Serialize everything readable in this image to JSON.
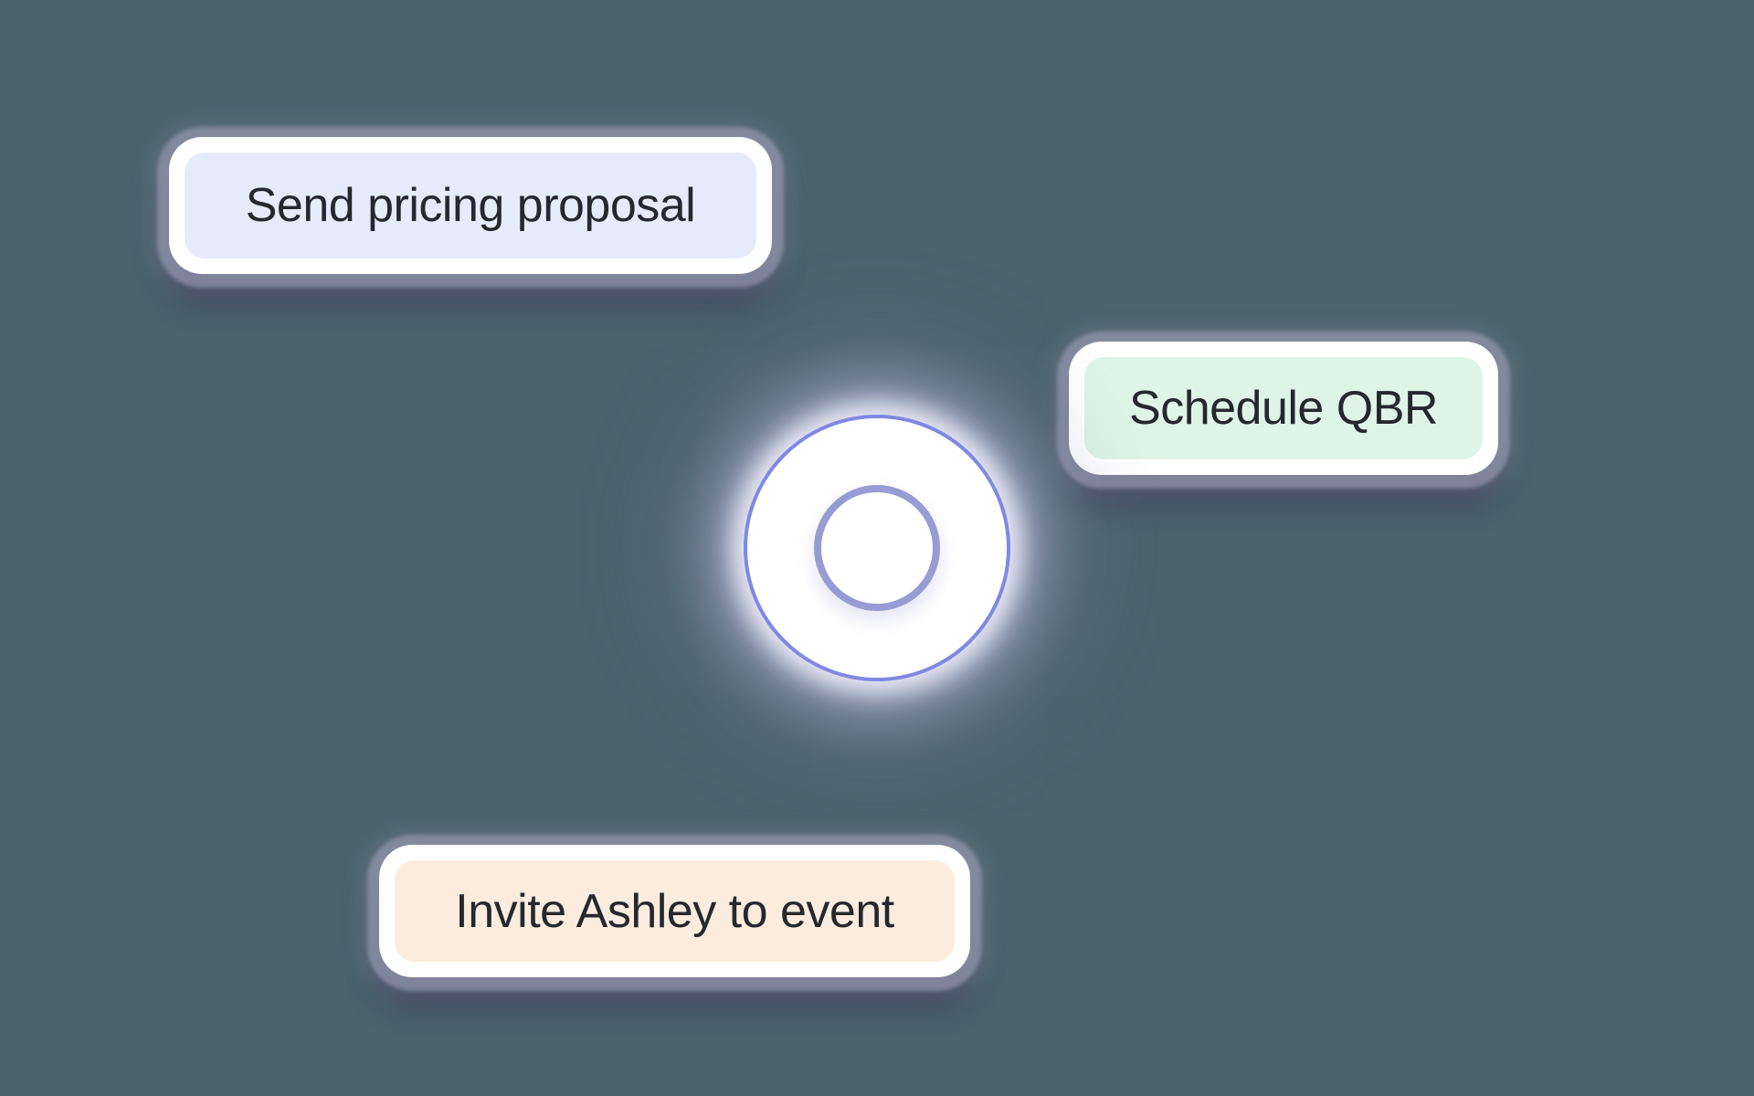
{
  "scene": {
    "background_color": "#4b636d"
  },
  "chips": [
    {
      "label": "Send pricing proposal",
      "fill": "#e6ebfb",
      "border": "#ffffff",
      "text_color": "#25282e"
    },
    {
      "label": "Schedule QBR",
      "fill": "#def4e7",
      "border": "#ffffff",
      "text_color": "#25282e"
    },
    {
      "label": "Invite Ashley to event",
      "fill": "#fcecdd",
      "border": "#ffffff",
      "text_color": "#25282e"
    }
  ],
  "orb": {
    "fill": "#ffffff",
    "outer_ring_color": "#7f89e3",
    "inner_ring_color": "#979cd5",
    "glow_color": "#b1b2d5"
  },
  "shadow_colors": {
    "halo": "#9395ac",
    "drop": "#2b2a4a"
  }
}
